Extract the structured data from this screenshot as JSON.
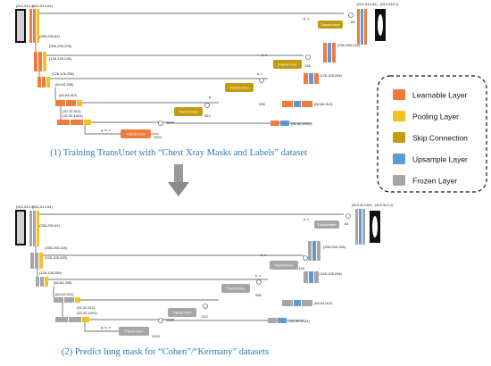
{
  "captions": {
    "top": "(1) Training TransUnet with “Chest Xray Masks and Labels” dataset",
    "bottom": "(2) Predict lung mask for “Cohen”/“Kermany” datasets"
  },
  "legend": {
    "items": [
      {
        "label": "Learnable Layer",
        "color": "#f07b3f"
      },
      {
        "label": "Pooling Layer",
        "color": "#f3c21d"
      },
      {
        "label": "Skip Connection",
        "color": "#c39a10"
      },
      {
        "label": "Upsample Layer",
        "color": "#5b9bd5"
      },
      {
        "label": "Frozen Layer",
        "color": "#a6a6a6"
      }
    ]
  },
  "dims": {
    "d512_1": "(512,512,1)",
    "d512_64": "(512,512,64)",
    "d256_64": "(256,256,64)",
    "d256_128": "(256,256,128)",
    "d128_128": "(128,128,128)",
    "d128_256": "(128,128,256)",
    "d64_256": "(64,64,256)",
    "d64_512": "(64,64,512)",
    "d32_512": "(32,32,512)",
    "d32_1024": "(32,32,1024)"
  },
  "labels": {
    "kv": "k, v",
    "q": "q",
    "qkv": "q, k, v",
    "transformer": "Transformer",
    "n64": "64",
    "n128": "128",
    "n256": "256",
    "n512": "512",
    "n1024": "1024"
  }
}
